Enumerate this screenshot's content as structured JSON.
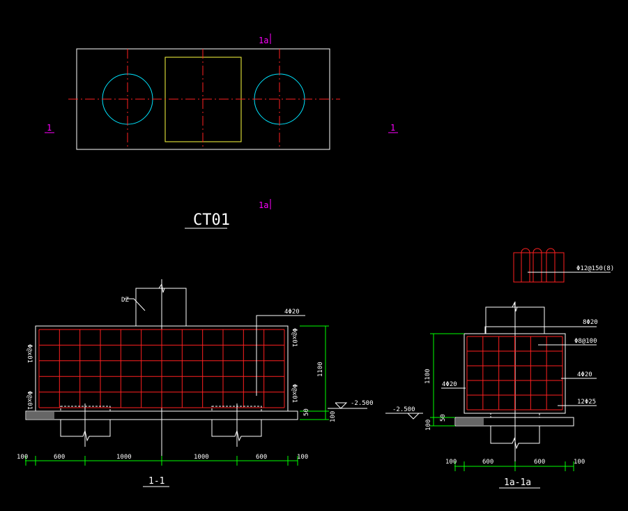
{
  "plan": {
    "title": "CT01",
    "section_mark_top": "1a",
    "section_mark_mid": "1a",
    "section_mark_left": "1",
    "section_mark_right": "1"
  },
  "section_1_1": {
    "title": "1-1",
    "col_label": "DZ",
    "rebar_top_right": "4Φ20",
    "side_label_tl": "Φ@x01",
    "side_label_bl": "Φ@x01",
    "side_label_tr": "Φ@x01",
    "side_label_br": "Φ@x01",
    "height": "1100",
    "dim_50": "50",
    "dim_100": "100",
    "elev": "-2.500",
    "dims": [
      "100",
      "600",
      "1000",
      "1000",
      "600",
      "100"
    ]
  },
  "section_1a": {
    "title": "1a-1a",
    "stirrup_label": "Φ12@150(8)",
    "rebar_top": "8Φ20",
    "rebar_stirrup": "Φ8@100",
    "rebar_right": "4Φ20",
    "rebar_left": "4Φ20",
    "rebar_bottom": "12Φ25",
    "height": "1100",
    "dim_50": "50",
    "dim_100": "100",
    "elev": "-2.500",
    "dims": [
      "100",
      "600",
      "600",
      "100"
    ]
  },
  "colors": {
    "background": "#000000",
    "line": "#ffffff",
    "rebar": "#ff2020",
    "dim": "#00ff00",
    "mark": "#ff00ff",
    "pile": "#00e5ff",
    "column": "#ffff40"
  }
}
